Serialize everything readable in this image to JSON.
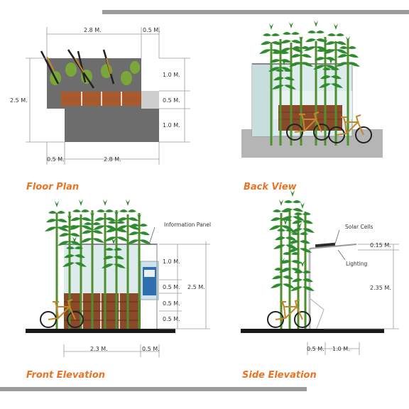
{
  "accent_color": "#e97424",
  "panels": {
    "floor_plan": {
      "caption": "Floor Plan",
      "dims": {
        "top_main": "2.8 M.",
        "top_side": "0.5 M.",
        "height": "2.5 M.",
        "r1": "1.0 M.",
        "r2": "0.5 M.",
        "r3": "1.0 M.",
        "bottom_side": "0.5 M.",
        "bottom_main": "2.8 M."
      }
    },
    "back_view": {
      "caption": "Back View"
    },
    "front_elevation": {
      "caption": "Front Elevation",
      "info_panel_label": "Information Panel",
      "dims": {
        "r1": "1.0 M.",
        "r2": "0.5 M.",
        "r3": "0.5 M.",
        "r4": "0.5 M.",
        "total": "2.5 M.",
        "bottom_main": "2.3 M.",
        "bottom_side": "0.5 M."
      }
    },
    "side_elevation": {
      "caption": "Side Elevation",
      "solar_label": "Solar Cells",
      "lighting_label": "Lighting",
      "dims": {
        "top": "0.15 M.",
        "height": "2.35 M.",
        "bottom_side": "0.5 M.",
        "bottom_main": "1.0 M."
      }
    }
  }
}
